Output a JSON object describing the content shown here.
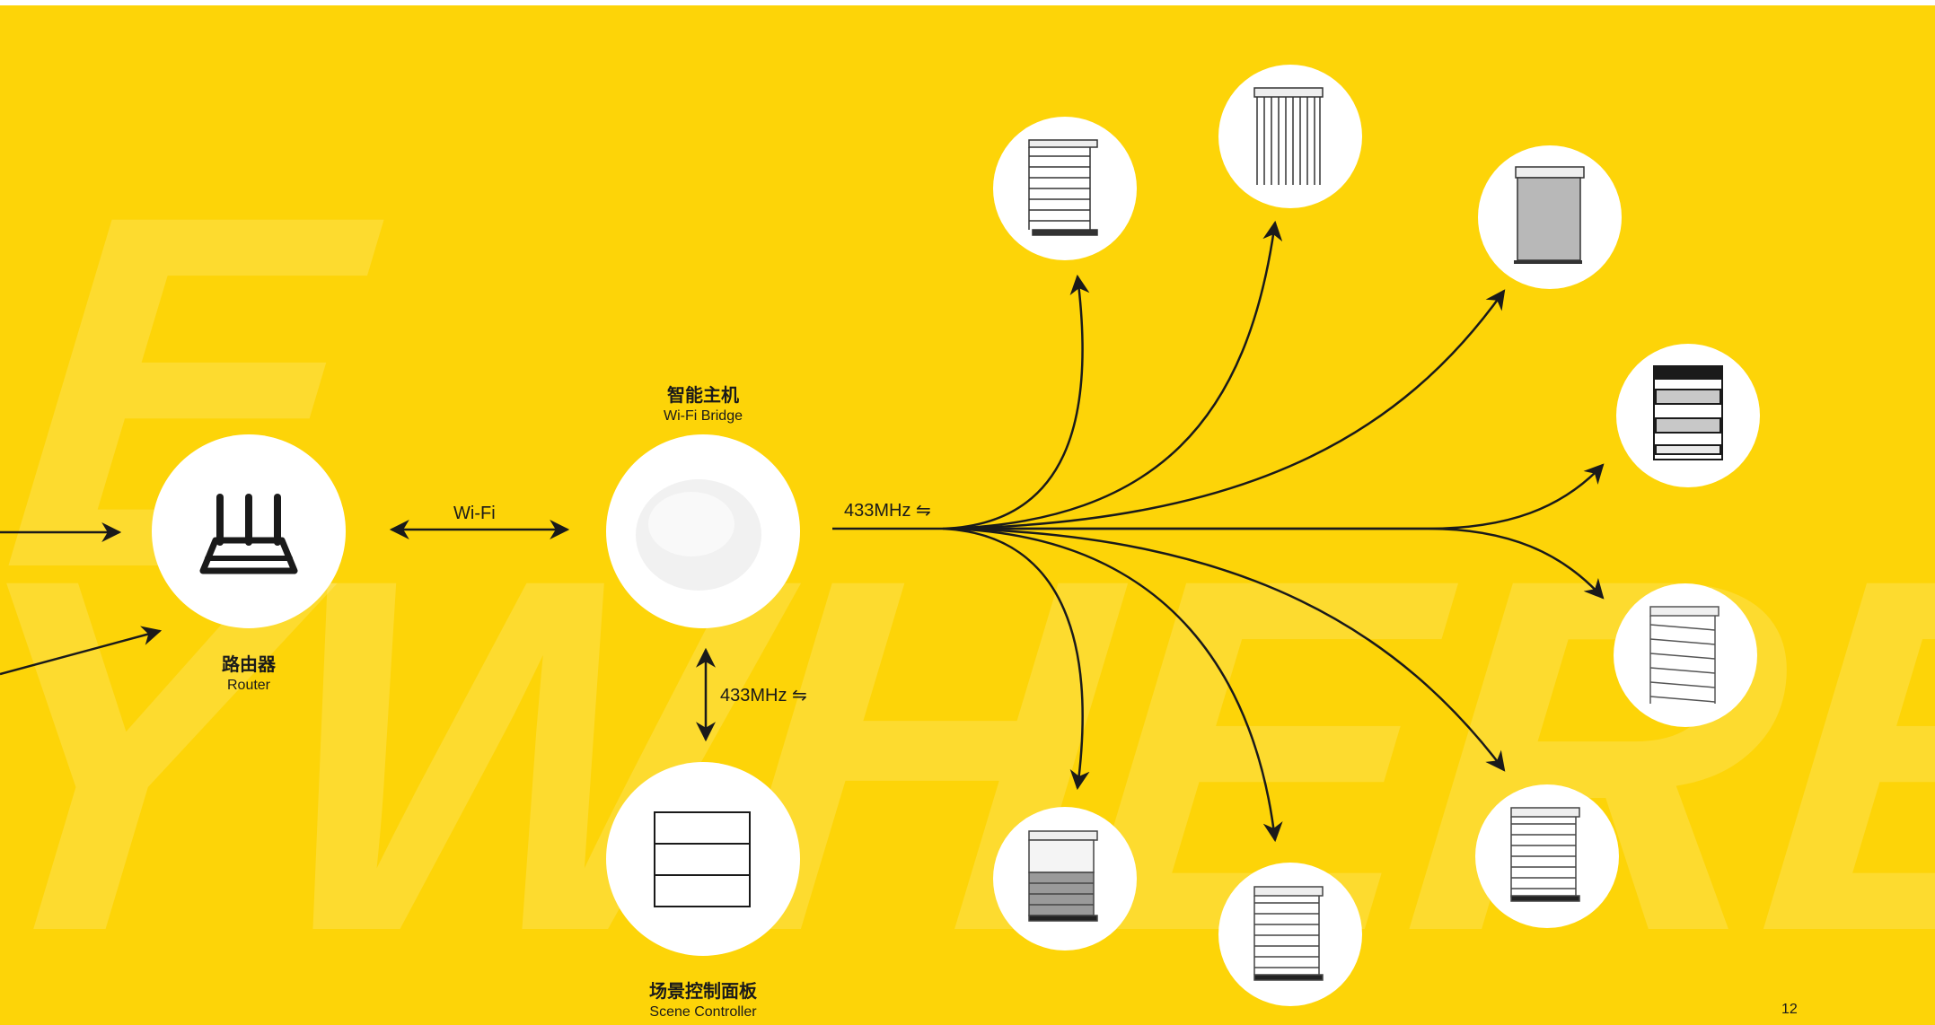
{
  "watermark": {
    "top": "E",
    "bottom": "YWHERE"
  },
  "router": {
    "zh": "路由器",
    "en": "Router"
  },
  "bridge": {
    "zh": "智能主机",
    "en": "Wi-Fi Bridge"
  },
  "controller": {
    "zh": "场景控制面板",
    "en": "Scene Controller"
  },
  "links": {
    "wifi": "Wi-Fi",
    "rf_bridge": "433MHz  ⇋",
    "rf_controller": "433MHz  ⇋"
  },
  "page_number": "12",
  "colors": {
    "background": "#FDD408",
    "lines": "#1a1a1a",
    "circle": "#ffffff"
  }
}
